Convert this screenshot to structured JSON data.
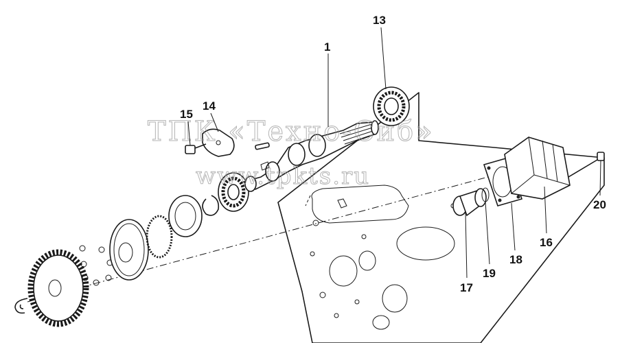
{
  "watermark": {
    "line1": "ТПК «Техно-Сиб»",
    "line2": "www.tpkts.ru"
  },
  "callouts": [
    {
      "id": "c1",
      "label": "1"
    },
    {
      "id": "c13",
      "label": "13"
    },
    {
      "id": "c14",
      "label": "14"
    },
    {
      "id": "c15",
      "label": "15"
    },
    {
      "id": "c16",
      "label": "16"
    },
    {
      "id": "c17",
      "label": "17"
    },
    {
      "id": "c18",
      "label": "18"
    },
    {
      "id": "c19",
      "label": "19"
    },
    {
      "id": "c20",
      "label": "20"
    }
  ]
}
